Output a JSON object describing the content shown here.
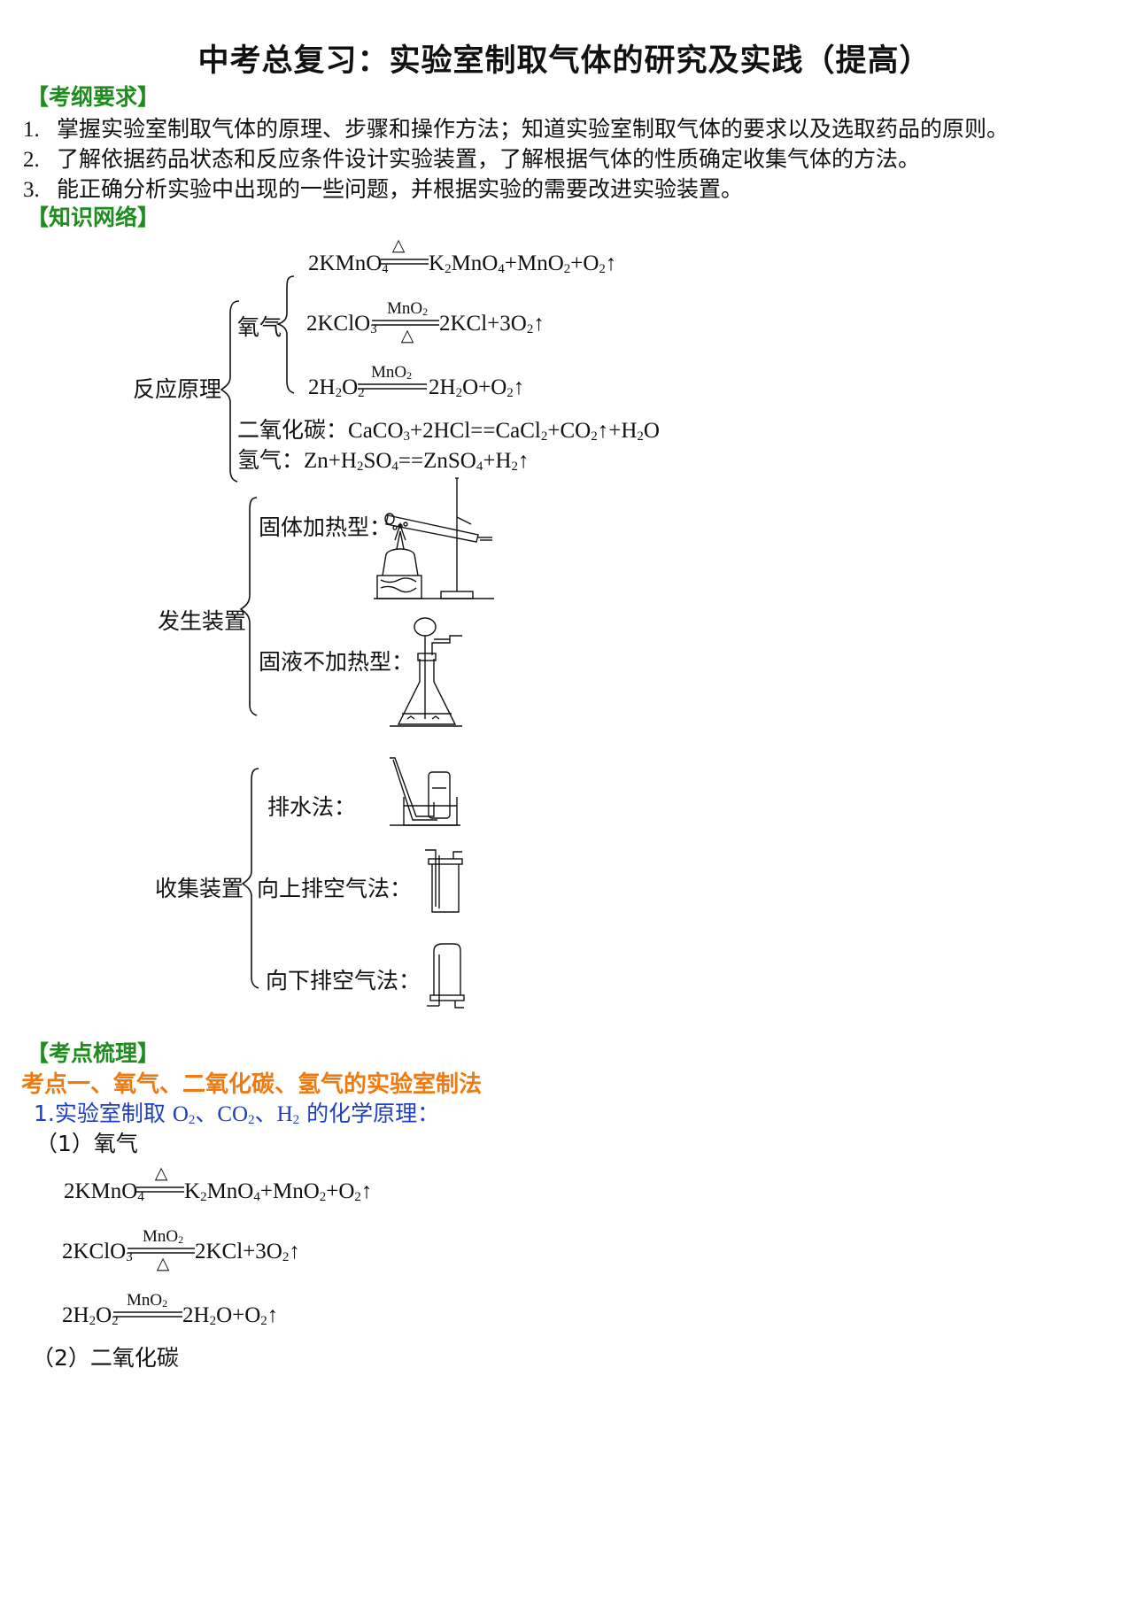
{
  "title": "中考总复习：实验室制取气体的研究及实践（提高）",
  "sections": {
    "requirements": "【考纲要求】",
    "network": "【知识网络】",
    "points": "【考点梳理】"
  },
  "requirements": [
    {
      "num": "1.",
      "text": "掌握实验室制取气体的原理、步骤和操作方法；知道实验室制取气体的要求以及选取药品的原则。"
    },
    {
      "num": "2.",
      "text": "了解依据药品状态和反应条件设计实验装置，了解根据气体的性质确定收集气体的方法。"
    },
    {
      "num": "3.",
      "text": "能正确分析实验中出现的一些问题，并根据实验的需要改进实验装置。"
    }
  ],
  "network": {
    "reaction_principle": "反应原理",
    "oxygen": "氧气",
    "co2_label": "二氧化碳：",
    "h2_label": "氢气：",
    "generation": "发生装置",
    "solid_heat": "固体加热型：",
    "solid_liquid": "固液不加热型：",
    "collection": "收集装置",
    "water_disp": "排水法：",
    "upward_air": "向上排空气法：",
    "downward_air": "向下排空气法："
  },
  "conditions": {
    "heat": "△",
    "catalyst": "MnO",
    "catalyst_sub": "2"
  },
  "point1": {
    "heading": "考点一、氧气、二氧化碳、氢气的实验室制法",
    "sub_prefix": "1.实验室制取 ",
    "sub_suffix": " 的化学原理：",
    "oxygen": "（1）氧气",
    "co2": "（2）二氧化碳"
  }
}
